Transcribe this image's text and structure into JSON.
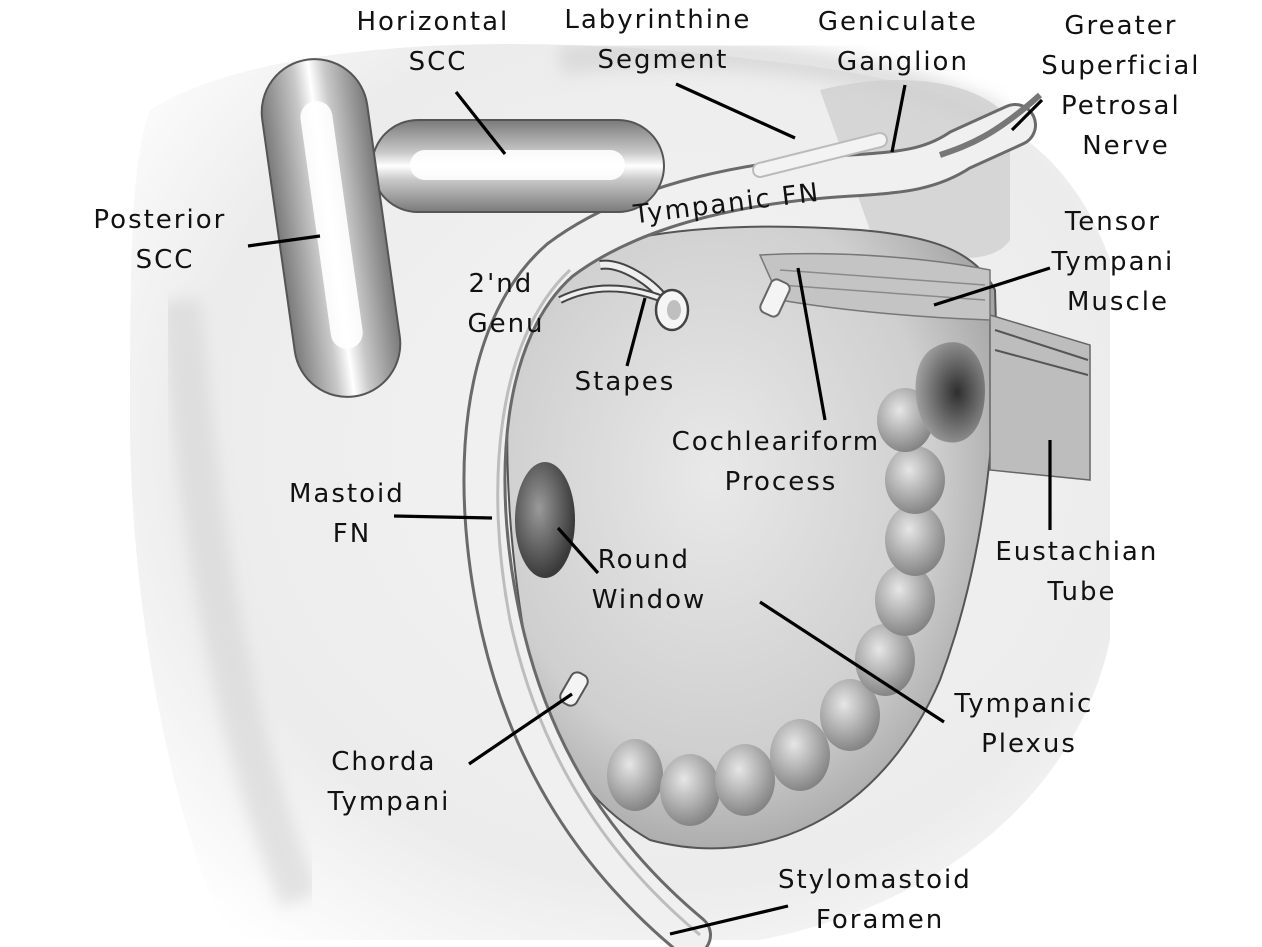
{
  "colors": {
    "ink": "#111111",
    "leader": "#000000",
    "bone": "#f2f2f2",
    "shadow": "#8a8a8a",
    "cavity": "#d8d8d8"
  },
  "labels": {
    "horizontal_scc": [
      "Horizontal",
      "SCC"
    ],
    "labyrinthine_segment": [
      "Labyrinthine",
      "Segment"
    ],
    "geniculate_ganglion": [
      "Geniculate",
      "Ganglion"
    ],
    "gspn": [
      "Greater",
      "Superficial",
      "Petrosal",
      "Nerve"
    ],
    "posterior_scc": [
      "Posterior",
      "SCC"
    ],
    "tympanic_fn": "Tympanic FN",
    "tensor_tympani": [
      "Tensor",
      "Tympani",
      "Muscle"
    ],
    "second_genu": [
      "2'nd",
      "Genu"
    ],
    "stapes": "Stapes",
    "cochleariform": [
      "Cochleariform",
      "Process"
    ],
    "mastoid_fn": [
      "Mastoid",
      "FN"
    ],
    "round_window": [
      "Round",
      "Window"
    ],
    "eustachian_tube": [
      "Eustachian",
      "Tube"
    ],
    "tympanic_plexus": [
      "Tympanic",
      "Plexus"
    ],
    "chorda_tympani": [
      "Chorda",
      "Tympani"
    ],
    "stylomastoid": [
      "Stylomastoid",
      "Foramen"
    ]
  }
}
